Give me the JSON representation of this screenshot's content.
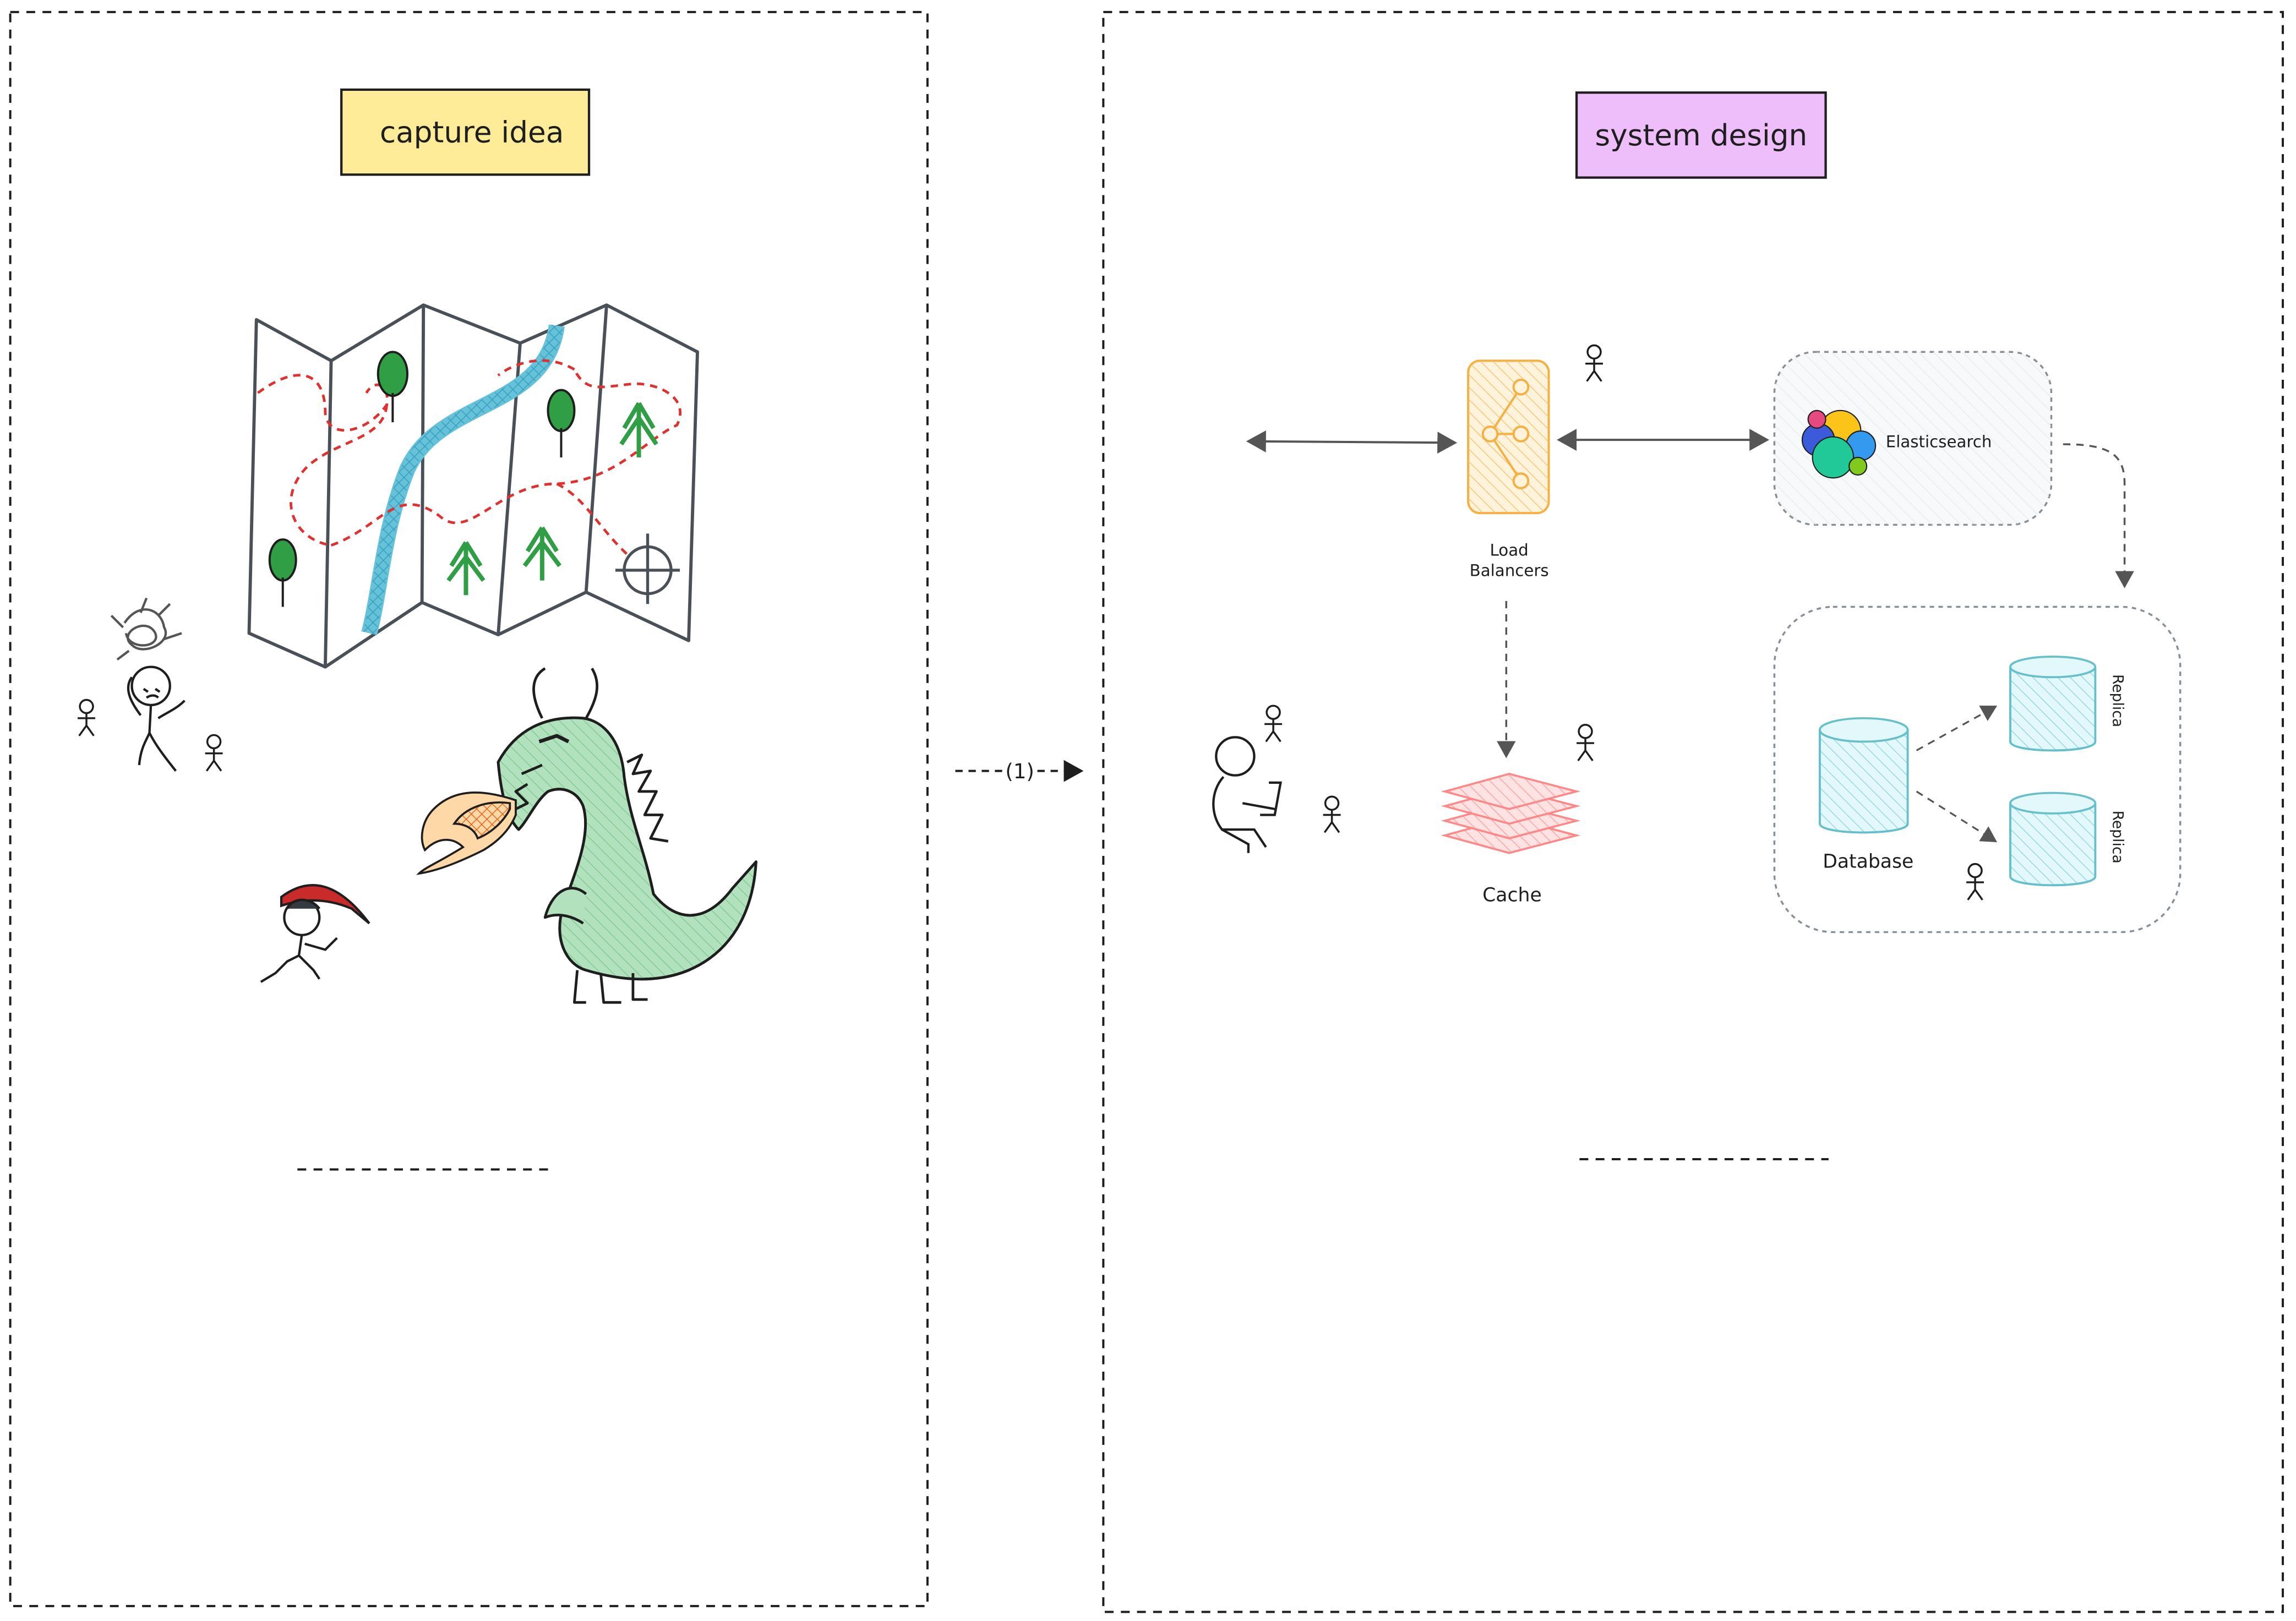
{
  "frames": {
    "left_title": "capture idea",
    "right_title": "system design",
    "left_title_bg": "#ffec99",
    "right_title_bg": "#eebefa"
  },
  "connector": {
    "label": "(1)"
  },
  "system": {
    "load_balancer_label": [
      "Load",
      "Balancers"
    ],
    "elasticsearch_label": "Elasticsearch",
    "cache_label": "Cache",
    "database_label": "Database",
    "replica_label": "Replica"
  },
  "colors": {
    "stroke": "#1e1e1e",
    "path_red": "#e03131",
    "tree_green": "#2f9e44",
    "river_blue": "#66c2d9",
    "lb_orange": "#f5b041",
    "cache_red": "#ff8787",
    "db_cyan": "#66c0cc",
    "dragon_green": "#8fd19e",
    "fire_orange": "#f08c00",
    "es_box": "#f1f3f5"
  },
  "icons": [
    "map-icon",
    "confused-person-icon",
    "stick-figure-icon",
    "dragon-icon",
    "knight-with-shield-icon",
    "load-balancer-icon",
    "elasticsearch-logo-icon",
    "cache-stack-icon",
    "database-cylinder-icon",
    "replica-cylinder-icon",
    "laptop-person-icon"
  ]
}
